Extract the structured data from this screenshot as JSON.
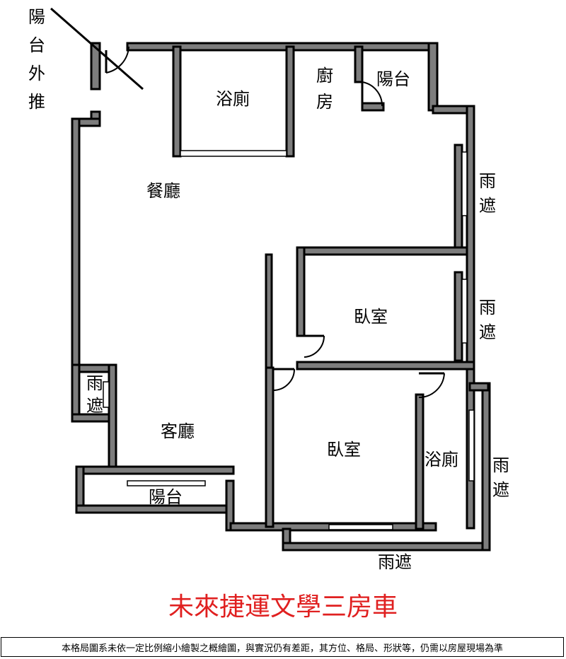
{
  "rooms": {
    "balcony_push": [
      "陽",
      "台",
      "外",
      "推"
    ],
    "bathroom_top": "浴廁",
    "kitchen": [
      "廚",
      "房"
    ],
    "balcony_top": "陽台",
    "dining_room": "餐廳",
    "rain_shelter_right_1": [
      "雨",
      "遮"
    ],
    "rain_shelter_right_2": [
      "雨",
      "遮"
    ],
    "bedroom_1": "臥室",
    "rain_shelter_left": [
      "雨",
      "遮"
    ],
    "living_room": "客廳",
    "bedroom_2": "臥室",
    "bathroom_bottom": "浴廁",
    "rain_shelter_right_3": [
      "雨",
      "遮"
    ],
    "balcony_bottom": "陽台",
    "rain_shelter_bottom": "雨遮"
  },
  "title": "未來捷運文學三房車",
  "disclaimer": "本格局圖系未依一定比例縮小繪製之概繪圖，與實況仍有差距，其方位、格局、形狀等，仍需以房屋現場為準",
  "colors": {
    "wall_fill": "#7d7d7d",
    "title": "#e02020"
  }
}
